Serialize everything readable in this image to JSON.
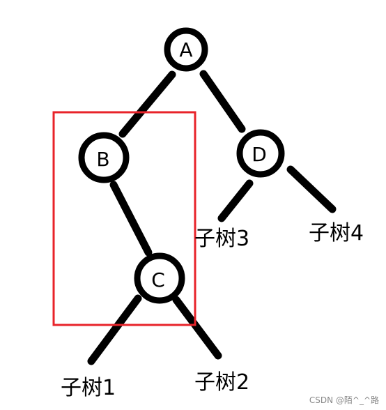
{
  "colors": {
    "stroke": "#000000",
    "highlight": "#e8232a",
    "watermark": "#888888"
  },
  "nodes": {
    "A": {
      "label": "A"
    },
    "B": {
      "label": "B"
    },
    "C": {
      "label": "C"
    },
    "D": {
      "label": "D"
    }
  },
  "leaves": {
    "s1": {
      "label": "子树1"
    },
    "s2": {
      "label": "子树2"
    },
    "s3": {
      "label": "子树3"
    },
    "s4": {
      "label": "子树4"
    }
  },
  "watermark": "CSDN @陌^_^路"
}
